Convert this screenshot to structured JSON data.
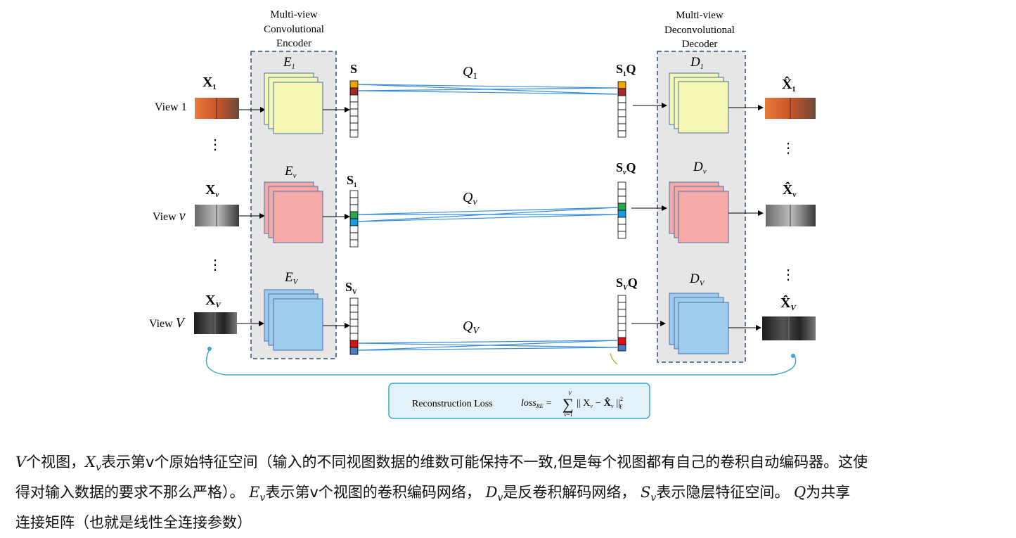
{
  "encoder": {
    "title": [
      "Multi-view",
      "Convolutional",
      "Encoder"
    ],
    "labels": [
      {
        "main": "E",
        "sub": "1"
      },
      {
        "main": "E",
        "sub": "v"
      },
      {
        "main": "E",
        "sub": "V"
      }
    ]
  },
  "decoder": {
    "title": [
      "Multi-view",
      "Deconvolutional",
      "Decoder"
    ],
    "labels": [
      {
        "main": "D",
        "sub": "1"
      },
      {
        "main": "D",
        "sub": "v"
      },
      {
        "main": "D",
        "sub": "V"
      }
    ]
  },
  "inputs": [
    {
      "x_main": "X",
      "x_sub": "1",
      "view_text": "View",
      "view_sub": "1"
    },
    {
      "x_main": "X",
      "x_sub": "v",
      "view_text": "View",
      "view_sub": "v"
    },
    {
      "x_main": "X",
      "x_sub": "V",
      "view_text": "View",
      "view_sub": "V"
    }
  ],
  "outputs": [
    {
      "x_main": "X̂",
      "x_sub": "1"
    },
    {
      "x_main": "X̂",
      "x_sub": "v"
    },
    {
      "x_main": "X̂",
      "x_sub": "V"
    }
  ],
  "s_labels": [
    {
      "main": "S",
      "sub": ""
    },
    {
      "main": "S",
      "sub": "1"
    },
    {
      "main": "S",
      "sub": "V"
    }
  ],
  "sq_labels": [
    {
      "s": "S",
      "sub": "1",
      "q": "Q"
    },
    {
      "s": "S",
      "sub": "v",
      "q": "Q"
    },
    {
      "s": "S",
      "sub": "V",
      "q": "Q"
    }
  ],
  "q_labels": [
    {
      "main": "Q",
      "sub": "1"
    },
    {
      "main": "Q",
      "sub": "v"
    },
    {
      "main": "Q",
      "sub": "V"
    }
  ],
  "ellipsis": "⋮",
  "loss": {
    "label": "Reconstruction Loss",
    "formula_lhs": "loss",
    "formula_lhs_sub": "RE",
    "formula_eq": "=",
    "sum_upper": "V",
    "sum_lower": "v=1",
    "formula_body": "|| X",
    "formula_sub1": "v",
    "formula_minus": "−",
    "formula_xhat": "X̂",
    "formula_sub2": "v",
    "formula_norm": "||",
    "formula_sup": "2",
    "formula_norm_sub": "F"
  },
  "colors": {
    "encoder_panel": "#e6e6e6",
    "panel_border": "#2f4f7a",
    "yellow": "#f4f7b4",
    "pink": "#f6a9a9",
    "blue": "#9ccbee",
    "connection_lines": "#3a8dd8",
    "loss_box_fill": "#e3f1f9",
    "loss_box_border": "#3aa8c8",
    "orange": "#f0a500",
    "darkred": "#a52a2a",
    "green": "#27a84a",
    "cyan": "#1a9be0",
    "red": "#e01010",
    "steel": "#4a7ac0"
  },
  "caption": {
    "line1_a": "V",
    "line1_b": "个视图，",
    "line1_c": "X",
    "line1_csub": "v",
    "line1_d": "表示第v个原始特征空间（输入的不同视图数据的维数可能保持不一致,但是每个视图都有自己的卷积自动编码器。这使",
    "line2_a": "得对输入数据的要求不那么严格）。 ",
    "line2_b": "E",
    "line2_bsub": "v",
    "line2_c": "表示第v个视图的卷积编码网络，",
    "line2_d": "D",
    "line2_dsub": "v",
    "line2_e": "是反卷积解码网络，",
    "line2_f": "S",
    "line2_fsub": "v",
    "line2_g": "表示隐层特征空间。",
    "line2_h": "Q",
    "line2_i": "为共享",
    "line3": "连接矩阵（也就是线性全连接参数）"
  }
}
